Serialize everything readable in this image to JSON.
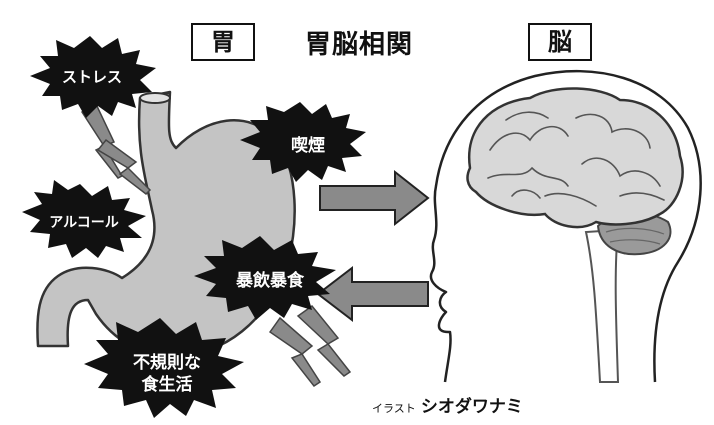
{
  "labels": {
    "stomach": "胃",
    "title": "胃脳相関",
    "brain": "脳"
  },
  "stressors": {
    "stress": "ストレス",
    "alcohol": "アルコール",
    "smoking": "喫煙",
    "binge": "暴飲暴食",
    "irregular_line1": "不規則な",
    "irregular_line2": "食生活"
  },
  "credit": {
    "prefix": "イラスト",
    "name": "シオダワナミ"
  },
  "colors": {
    "organ_fill": "#c4c4c4",
    "burst_fill": "#111111",
    "arrow_fill": "#8a8a8a",
    "outline": "#222222"
  },
  "icons": {
    "stomach": "stomach-illustration",
    "brain": "brain-illustration",
    "head": "head-profile-illustration",
    "arrow_right": "arrow-right-icon",
    "arrow_left": "arrow-left-icon",
    "lightning": "lightning-bolt-icon"
  }
}
